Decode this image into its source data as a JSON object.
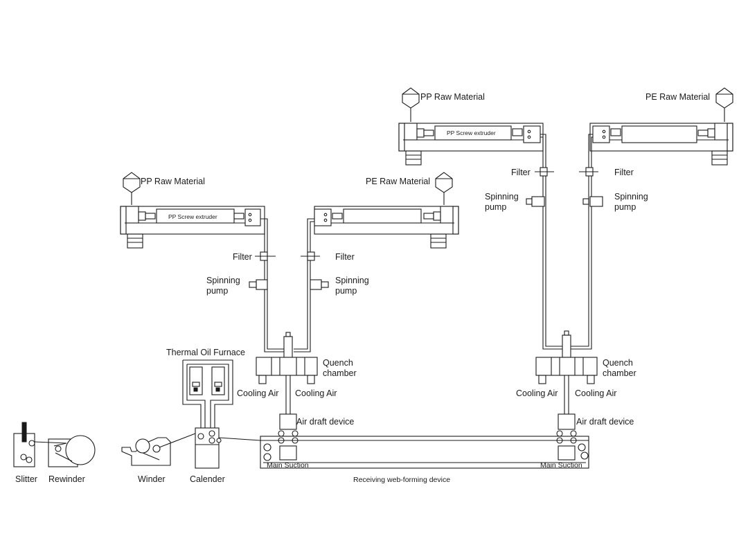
{
  "labels": {
    "pp_raw_left": "PP Raw Material",
    "pe_raw_left": "PE Raw Material",
    "pp_raw_right": "PP Raw Material",
    "pe_raw_right": "PE Raw Material",
    "pp_screw_left": "PP Screw extruder",
    "pp_screw_right": "PP Screw extruder",
    "filter_l1": "Filter",
    "filter_l2": "Filter",
    "filter_r1": "Filter",
    "filter_r2": "Filter",
    "spinning_l1_a": "Spinning",
    "spinning_l1_b": "pump",
    "spinning_l2_a": "Spinning",
    "spinning_l2_b": "pump",
    "spinning_r1_a": "Spinning",
    "spinning_r1_b": "pump",
    "spinning_r2_a": "Spinning",
    "spinning_r2_b": "pump",
    "quench_l_a": "Quench",
    "quench_l_b": "chamber",
    "quench_r_a": "Quench",
    "quench_r_b": "chamber",
    "cooling_l1": "Cooling Air",
    "cooling_l2": "Cooling Air",
    "cooling_r1": "Cooling Air",
    "cooling_r2": "Cooling Air",
    "air_draft_l": "Air draft device",
    "air_draft_r": "Air draft device",
    "thermal_oil": "Thermal Oil Furnace",
    "main_suction_l": "Main Suction",
    "main_suction_r": "Main Suction",
    "receiving": "Receiving web-forming device",
    "slitter": "Slitter",
    "rewinder": "Rewinder",
    "winder": "Winder",
    "calender": "Calender"
  }
}
